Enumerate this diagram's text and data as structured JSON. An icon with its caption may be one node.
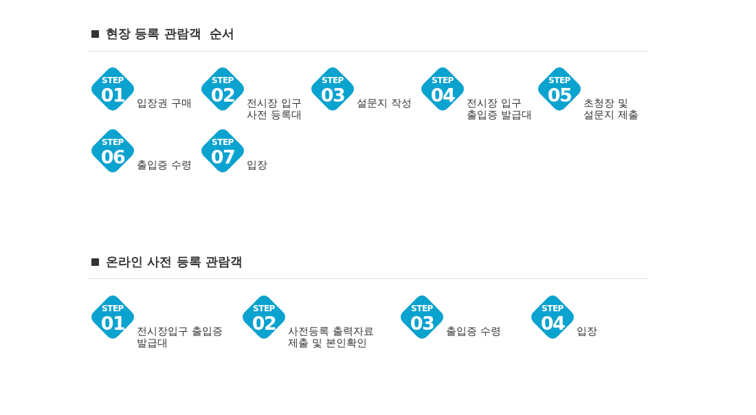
{
  "diagram": {
    "nodes": [
      {
        "text": [
          "STEP",
          "01"
        ],
        "beside": [
          "입장권 구매"
        ]
      },
      {
        "text": [
          "STEP",
          "02"
        ],
        "beside": [
          "전시장 입구 사전 등록대"
        ]
      },
      {
        "text": [
          "STEP",
          "03"
        ],
        "beside": [
          "설문지 작성"
        ]
      },
      {
        "text": [
          "STEP",
          "04"
        ],
        "beside": [
          "전시장 입구 출입증 발급대"
        ]
      },
      {
        "text": [
          "STEP",
          "05"
        ],
        "beside": [
          "초청장 및 설문지 제출"
        ]
      },
      {
        "text": [
          "STEP",
          "06"
        ],
        "beside": [
          "출입증 수령"
        ]
      },
      {
        "text": [
          "STEP",
          "07"
        ],
        "beside": [
          "입장"
        ]
      },
      {
        "text": [
          "STEP",
          "01"
        ],
        "beside": [
          "전시장입구 출입증 발급대"
        ]
      },
      {
        "text": [
          "STEP",
          "02"
        ],
        "beside": [
          "사전등록 출력자료 제출 및 본인확인"
        ]
      },
      {
        "text": [
          "STEP",
          "03"
        ],
        "beside": [
          "출입증 수령"
        ]
      },
      {
        "text": [
          "STEP",
          "04"
        ],
        "beside": [
          "입장"
        ]
      }
    ],
    "edges": [],
    "labels": [
      "현장 등록 관람객  순서",
      "온라인 사전 등록 관람객"
    ]
  }
}
